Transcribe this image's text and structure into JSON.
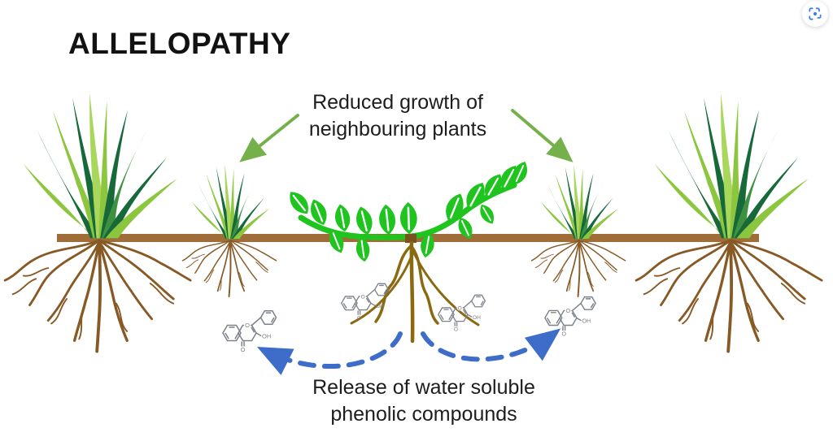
{
  "title": "ALLELOPATHY",
  "annotations": {
    "reduced_growth": "Reduced growth of neighbouring plants",
    "release": "Release of water soluble phenolic compounds"
  },
  "molecule_labels": {
    "ring_oxygen": "O",
    "hydroxyl": "OH",
    "ketone_oxygen": "O"
  },
  "icons": {
    "top_right": "screen-capture-icon"
  },
  "colors": {
    "background": "#FFFFFF",
    "text": "#1D1D1D",
    "grass_dark": "#17693A",
    "grass_mid": "#3D9140",
    "grass_light": "#8CC63E",
    "grass_pale": "#A9D75B",
    "vine_green": "#1FC41F",
    "annotation_arrow_green": "#76B04A",
    "ground_brown": "#A06C38",
    "root_brown": "#875925",
    "taproot_olive": "#8A6A10",
    "molecule_grey": "#7B8188",
    "arrow_blue": "#3E6CC9",
    "capture_icon_blue": "#4080E8"
  }
}
